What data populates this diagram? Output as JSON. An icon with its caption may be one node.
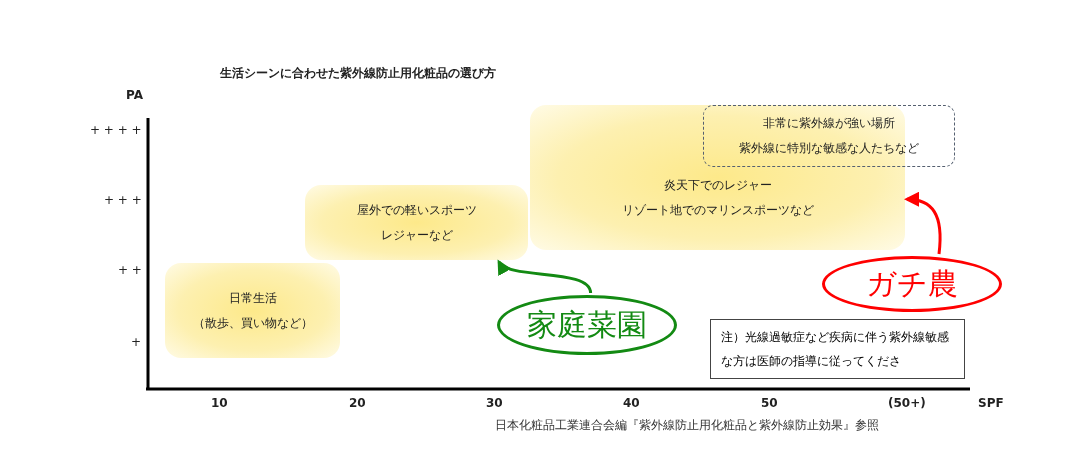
{
  "diagram": {
    "title": "生活シーンに合わせた紫外線防止用化粧品の選び方",
    "caption": "日本化粧品工業連合会編『紫外線防止用化粧品と紫外線防止効果』参照",
    "nodes": [
      {
        "text": [
          "日常生活",
          "（散歩、買い物など）"
        ]
      },
      {
        "text": [
          "屋外での軽いスポーツ",
          "レジャーなど"
        ]
      },
      {
        "text": [
          "炎天下でのレジャー",
          "リゾート地でのマリンスポーツなど"
        ]
      },
      {
        "text": [
          "非常に紫外線が強い場所",
          "紫外線に特別な敏感な人たちなど"
        ]
      },
      {
        "text": [
          "家庭菜園"
        ]
      },
      {
        "text": [
          "ガチ農"
        ]
      },
      {
        "text": [
          "注）光線過敏症など疾病に伴う紫外線敏感な方は医師の指導に従ってくださ"
        ]
      }
    ],
    "edges": [
      {
        "from": 4,
        "to": 1,
        "arrow": "to",
        "color": "#138a13"
      },
      {
        "from": 5,
        "to": 2,
        "arrow": "to",
        "color": "#ff0000"
      }
    ],
    "labels": [
      "PA",
      "+ + + +",
      "+ + +",
      "+ +",
      "+",
      "10",
      "20",
      "30",
      "40",
      "50",
      "(50+)",
      "SPF"
    ]
  }
}
